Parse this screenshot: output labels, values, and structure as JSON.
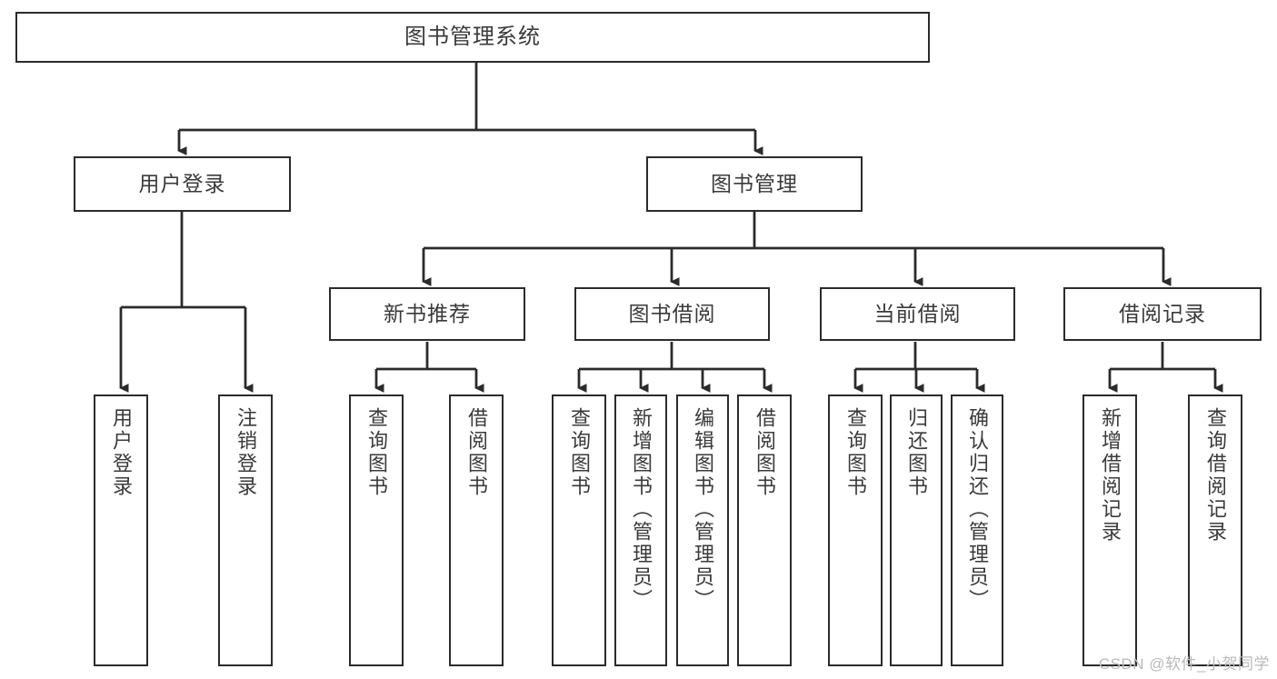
{
  "diagram": {
    "title": "图书管理系统",
    "type": "tree",
    "watermark": "CSDN @软件_小贺同学",
    "colors": {
      "stroke": "#2b2b2b",
      "text": "#3a3a3a",
      "background": "#ffffff",
      "watermark": "#b9b9b9"
    },
    "levels": {
      "root": {
        "label": "图书管理系统"
      },
      "level2": [
        {
          "label": "用户登录"
        },
        {
          "label": "图书管理"
        }
      ],
      "level3": [
        {
          "label": "新书推荐"
        },
        {
          "label": "图书借阅"
        },
        {
          "label": "当前借阅"
        },
        {
          "label": "借阅记录"
        }
      ],
      "leaves": [
        {
          "label": "用户登录",
          "parent": "用户登录"
        },
        {
          "label": "注销登录",
          "parent": "用户登录"
        },
        {
          "label": "查询图书",
          "parent": "新书推荐"
        },
        {
          "label": "借阅图书",
          "parent": "新书推荐"
        },
        {
          "label": "查询图书",
          "parent": "图书借阅"
        },
        {
          "label": "新增图书（管理员）",
          "parent": "图书借阅"
        },
        {
          "label": "编辑图书（管理员）",
          "parent": "图书借阅"
        },
        {
          "label": "借阅图书",
          "parent": "图书借阅"
        },
        {
          "label": "查询图书",
          "parent": "当前借阅"
        },
        {
          "label": "归还图书",
          "parent": "当前借阅"
        },
        {
          "label": "确认归还（管理员）",
          "parent": "当前借阅"
        },
        {
          "label": "新增借阅记录",
          "parent": "借阅记录"
        },
        {
          "label": "查询借阅记录",
          "parent": "借阅记录"
        }
      ]
    }
  }
}
